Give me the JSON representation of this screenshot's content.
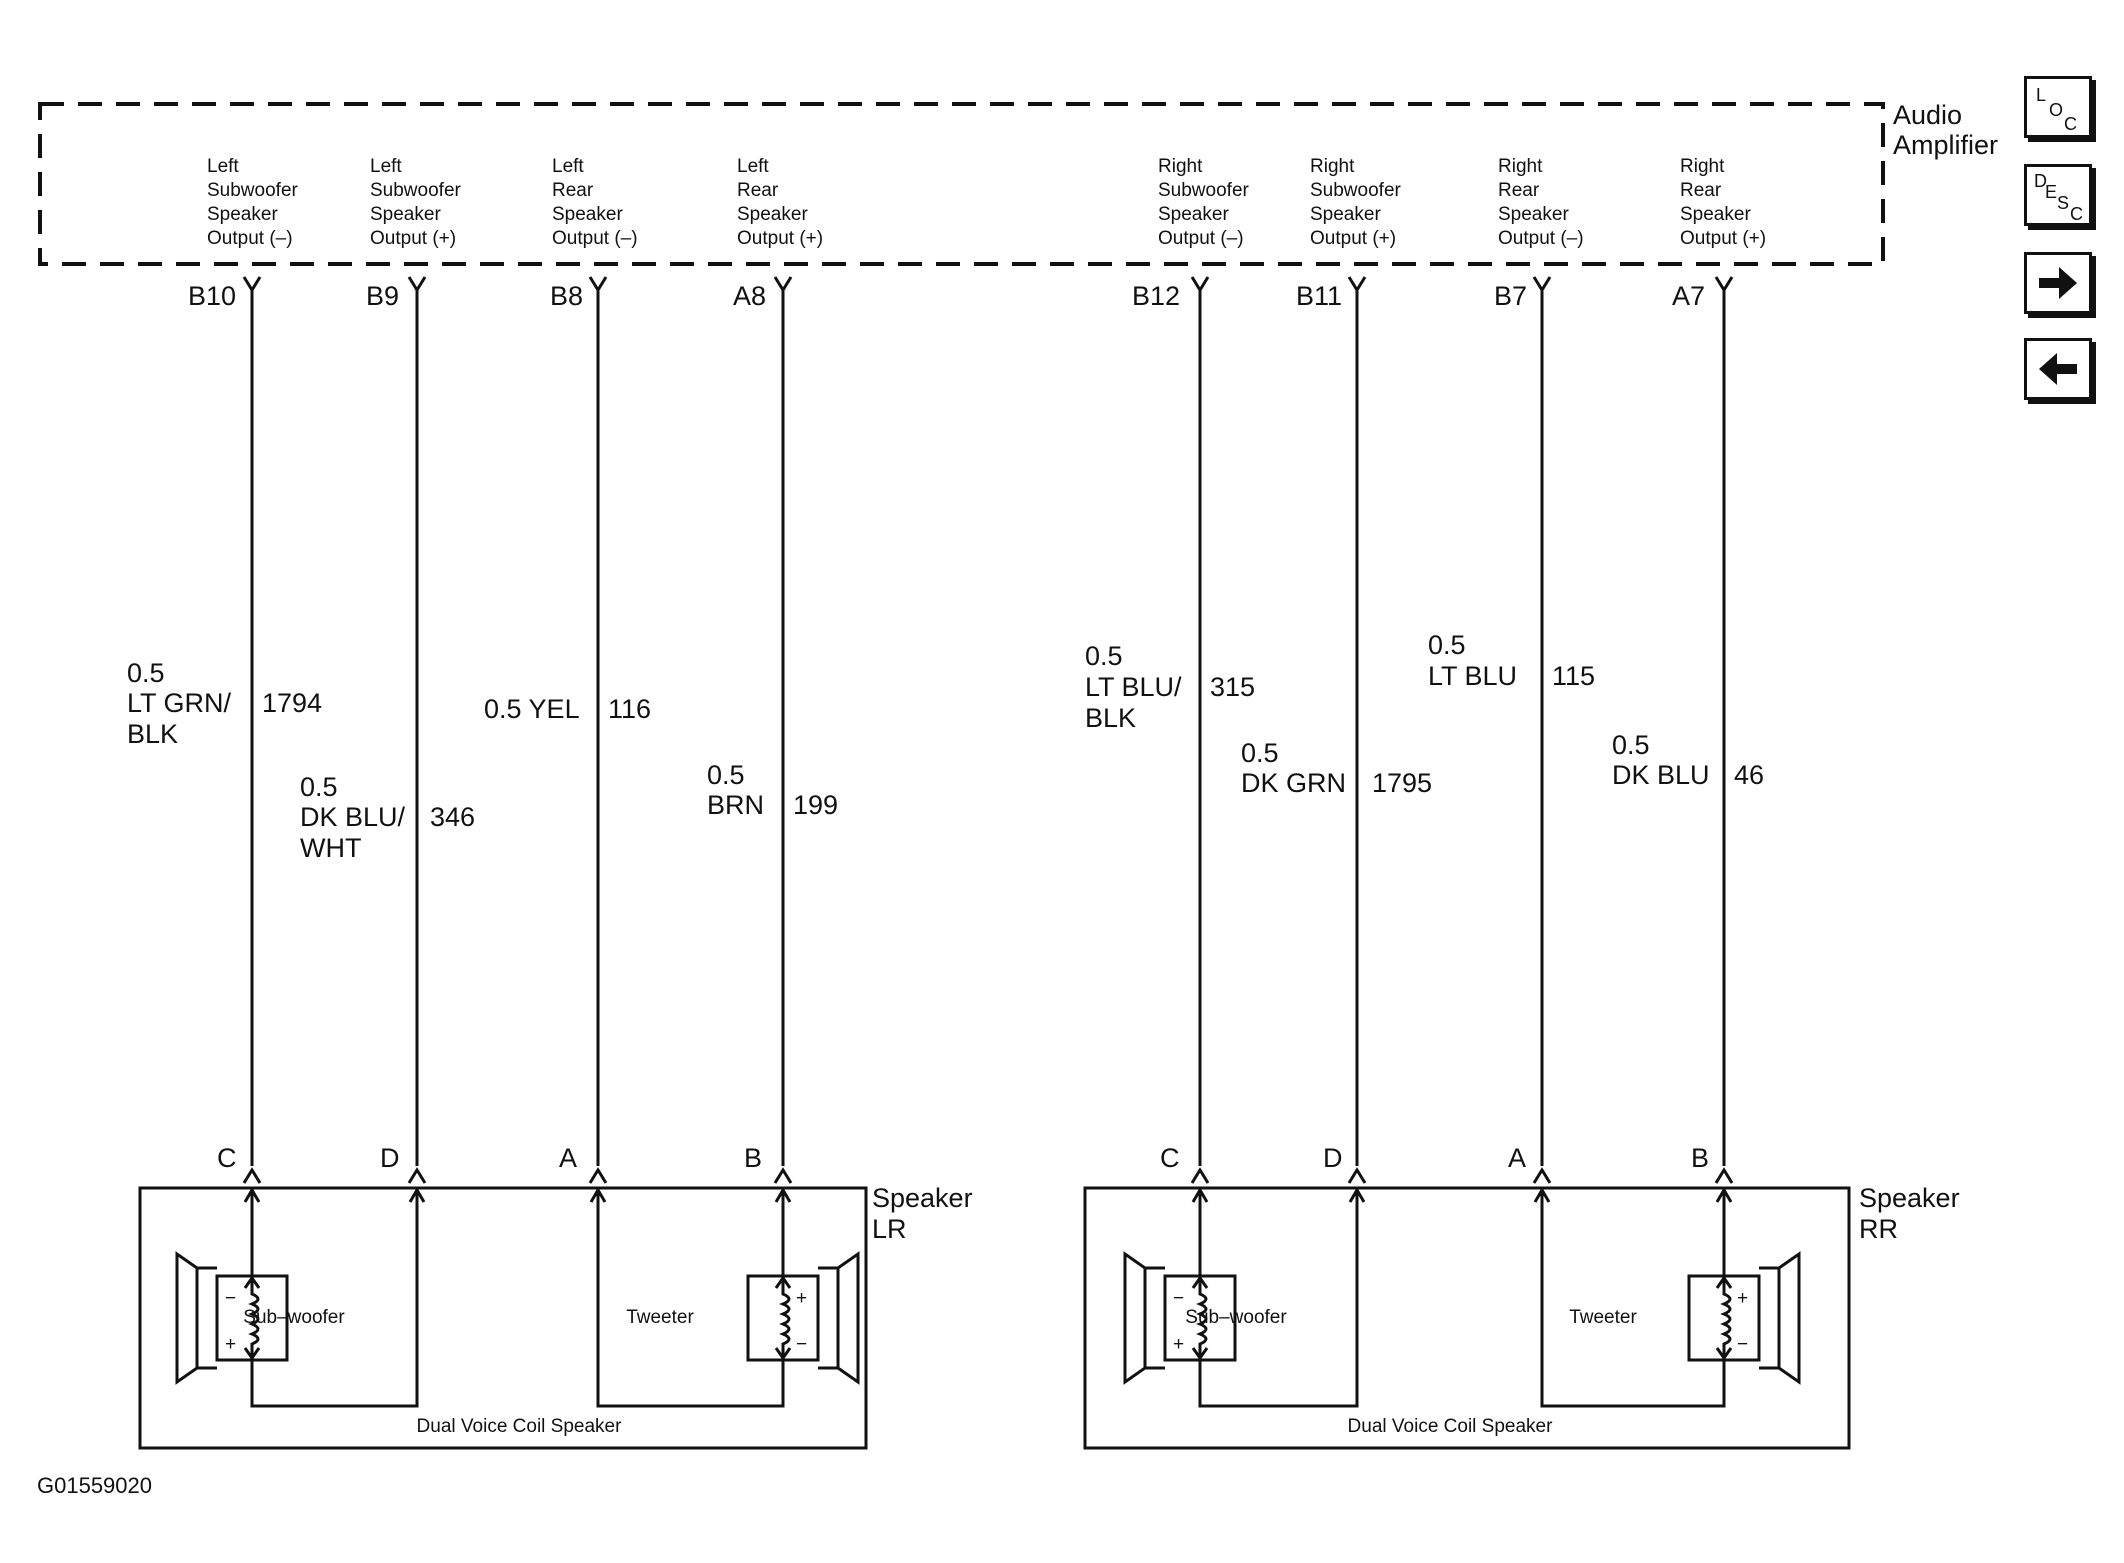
{
  "nav": {
    "loc": [
      "L",
      "O",
      "C"
    ],
    "desc": [
      "D",
      "E",
      "S",
      "C"
    ]
  },
  "amplifier": {
    "label_line1": "Audio",
    "label_line2": "Amplifier"
  },
  "circuits": [
    {
      "output": [
        "Left",
        "Subwoofer",
        "Speaker",
        "Output (–)"
      ],
      "pin": "B10",
      "wire": [
        "0.5",
        "LT GRN/",
        "BLK"
      ],
      "circuit": "1794",
      "speaker_pin": "C"
    },
    {
      "output": [
        "Left",
        "Subwoofer",
        "Speaker",
        "Output (+)"
      ],
      "pin": "B9",
      "wire": [
        "0.5",
        "DK BLU/",
        "WHT"
      ],
      "circuit": "346",
      "speaker_pin": "D"
    },
    {
      "output": [
        "Left",
        "Rear",
        "Speaker",
        "Output (–)"
      ],
      "pin": "B8",
      "wire": [
        "0.5 YEL"
      ],
      "circuit": "116",
      "speaker_pin": "A"
    },
    {
      "output": [
        "Left",
        "Rear",
        "Speaker",
        "Output (+)"
      ],
      "pin": "A8",
      "wire": [
        "0.5",
        "BRN"
      ],
      "circuit": "199",
      "speaker_pin": "B"
    },
    {
      "output": [
        "Right",
        "Subwoofer",
        "Speaker",
        "Output (–)"
      ],
      "pin": "B12",
      "wire": [
        "0.5",
        "LT BLU/",
        "BLK"
      ],
      "circuit": "315",
      "speaker_pin": "C"
    },
    {
      "output": [
        "Right",
        "Subwoofer",
        "Speaker",
        "Output (+)"
      ],
      "pin": "B11",
      "wire": [
        "0.5",
        "DK GRN"
      ],
      "circuit": "1795",
      "speaker_pin": "D"
    },
    {
      "output": [
        "Right",
        "Rear",
        "Speaker",
        "Output (–)"
      ],
      "pin": "B7",
      "wire": [
        "0.5",
        "LT BLU"
      ],
      "circuit": "115",
      "speaker_pin": "A"
    },
    {
      "output": [
        "Right",
        "Rear",
        "Speaker",
        "Output (+)"
      ],
      "pin": "A7",
      "wire": [
        "0.5",
        "DK BLU"
      ],
      "circuit": "46",
      "speaker_pin": "B"
    }
  ],
  "speakers": [
    {
      "name_line1": "Speaker",
      "name_line2": "LR",
      "subwoofer": "Sub–woofer",
      "tweeter": "Tweeter",
      "caption": "Dual Voice Coil Speaker"
    },
    {
      "name_line1": "Speaker",
      "name_line2": "RR",
      "subwoofer": "Sub–woofer",
      "tweeter": "Tweeter",
      "caption": "Dual Voice Coil Speaker"
    }
  ],
  "polarity": {
    "plus": "+",
    "minus": "−"
  },
  "doc_id": "G01559020"
}
